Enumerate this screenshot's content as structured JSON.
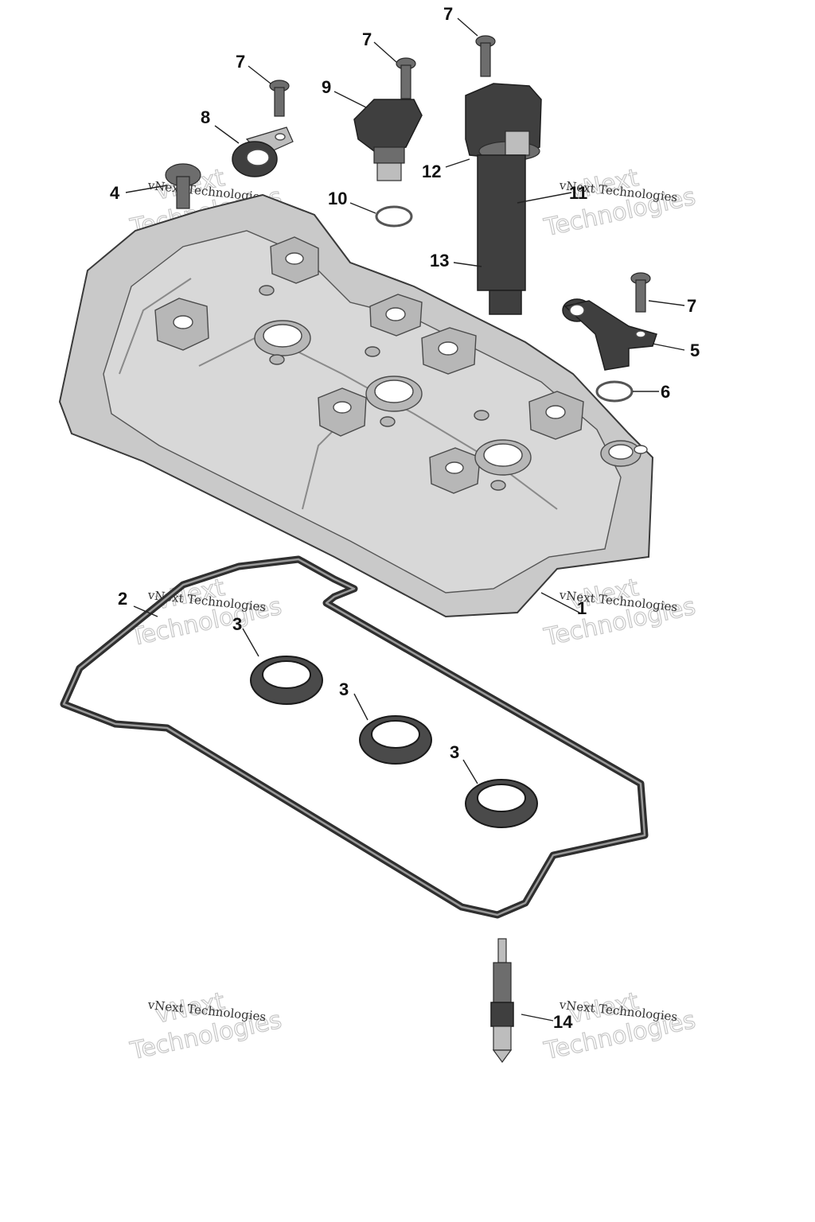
{
  "callouts": {
    "c1": "1",
    "c2": "2",
    "c3a": "3",
    "c3b": "3",
    "c3c": "3",
    "c4": "4",
    "c5": "5",
    "c6": "6",
    "c7a": "7",
    "c7b": "7",
    "c7c": "7",
    "c7d": "7",
    "c8": "8",
    "c9": "9",
    "c10": "10",
    "c11": "11",
    "c12": "12",
    "c13": "13",
    "c14": "14"
  },
  "watermark": {
    "small": "vNext Technologies",
    "big_line1": "vNext",
    "big_line2": "Technologies"
  }
}
